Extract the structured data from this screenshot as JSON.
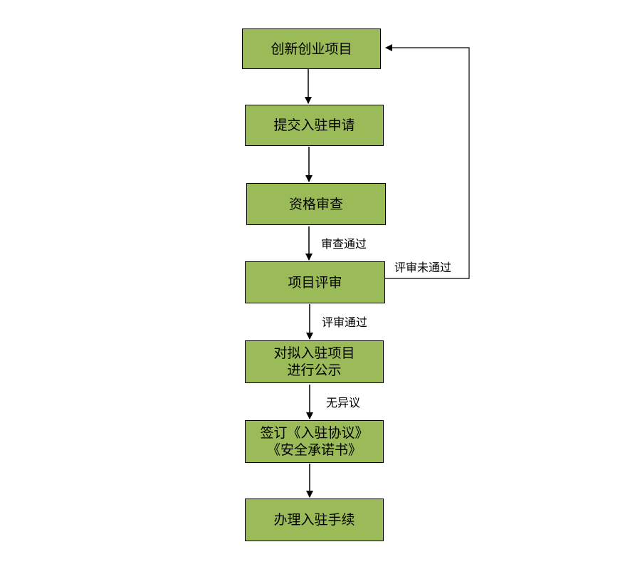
{
  "flowchart": {
    "steps": [
      {
        "id": "s1",
        "lines": [
          "创新创业项目"
        ]
      },
      {
        "id": "s2",
        "lines": [
          "提交入驻申请"
        ]
      },
      {
        "id": "s3",
        "lines": [
          "资格审查"
        ]
      },
      {
        "id": "s4",
        "lines": [
          "项目评审"
        ]
      },
      {
        "id": "s5",
        "lines": [
          "对拟入驻项目",
          "进行公示"
        ]
      },
      {
        "id": "s6",
        "lines": [
          "签订《入驻协议》",
          "《安全承诺书》"
        ]
      },
      {
        "id": "s7",
        "lines": [
          "办理入驻手续"
        ]
      }
    ],
    "edge_labels": {
      "review_passed": "审查通过",
      "evaluation_passed": "评审通过",
      "no_objection": "无异议",
      "evaluation_failed": "评审未通过"
    },
    "colors": {
      "box_fill": "#9bbb59",
      "line": "#000000"
    }
  }
}
